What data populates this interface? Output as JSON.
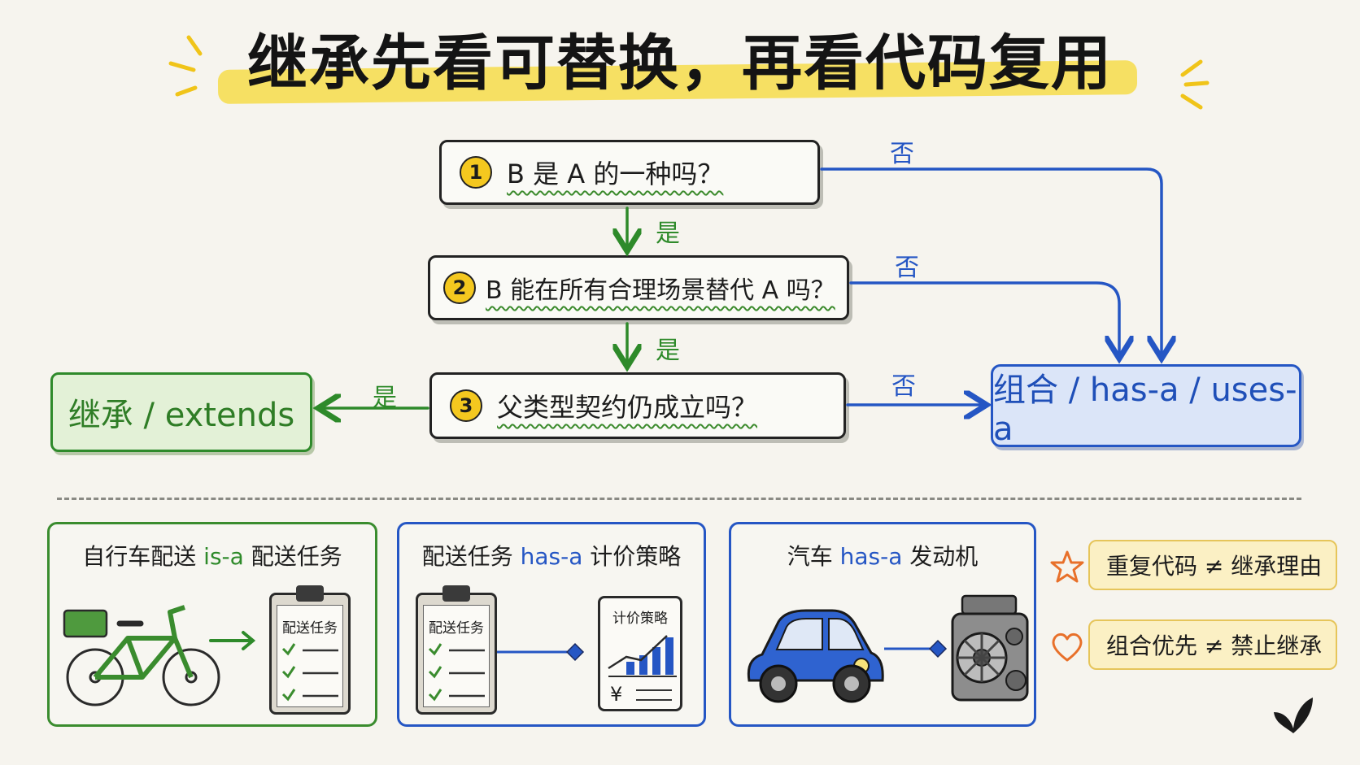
{
  "title": "继承先看可替换，再看代码复用",
  "flow": {
    "q1": {
      "num": "1",
      "text": "B 是 A 的一种吗？"
    },
    "q2": {
      "num": "2",
      "text": "B 能在所有合理场景替代 A 吗？"
    },
    "q3": {
      "num": "3",
      "text": "父类型契约仍成立吗？"
    },
    "yes_label": "是",
    "no_label": "否",
    "result_inherit": "继承 / extends",
    "result_compose": "组合 / has-a / uses-a"
  },
  "examples": [
    {
      "subject": "自行车配送",
      "relation": "is-a",
      "object": "配送任务",
      "object_label": "配送任务"
    },
    {
      "subject": "配送任务",
      "relation": "has-a",
      "object": "计价策略",
      "left_label": "配送任务",
      "right_label": "计价策略",
      "currency": "¥"
    },
    {
      "subject": "汽车",
      "relation": "has-a",
      "object": "发动机"
    }
  ],
  "notes": [
    {
      "icon": "star-icon",
      "text": "重复代码 ≠ 继承理由"
    },
    {
      "icon": "heart-icon",
      "text": "组合优先 ≠ 禁止继承"
    }
  ],
  "colors": {
    "green": "#2e8a2a",
    "blue": "#2556c4",
    "yellow": "#f4c81f",
    "orange": "#e8702a"
  }
}
